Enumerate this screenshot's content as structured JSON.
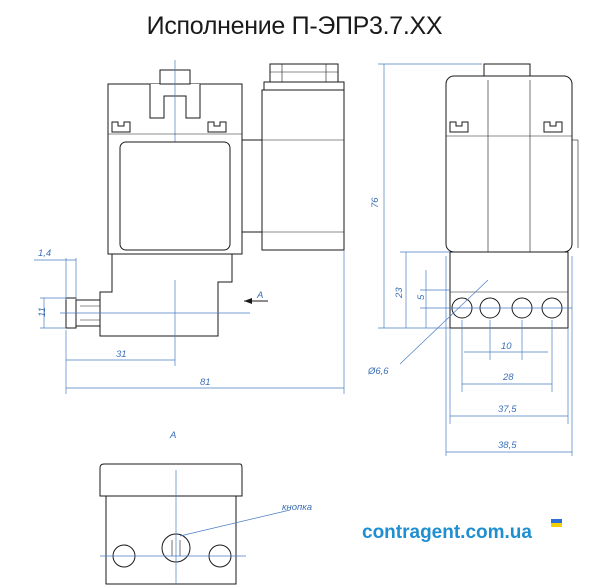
{
  "title": "Исполнение П-ЭПР3.7.XX",
  "dimensions": {
    "d1_4": "1,4",
    "d11": "11",
    "d31": "31",
    "d81": "81",
    "d76": "76",
    "d23": "23",
    "d5": "5",
    "d10": "10",
    "d28": "28",
    "d37_5": "37,5",
    "d38_5": "38,5",
    "hole": "Ø6,6"
  },
  "view_label_arrow": "A",
  "view_label_section": "A",
  "button_label": "кнопка",
  "watermark": "contragent.com.ua",
  "colors": {
    "dim": "#3b6fb6",
    "line": "#1a1a1a",
    "watermark": "#1f8fd1",
    "flag_top": "#2d6fd6",
    "flag_bottom": "#f5d000"
  }
}
